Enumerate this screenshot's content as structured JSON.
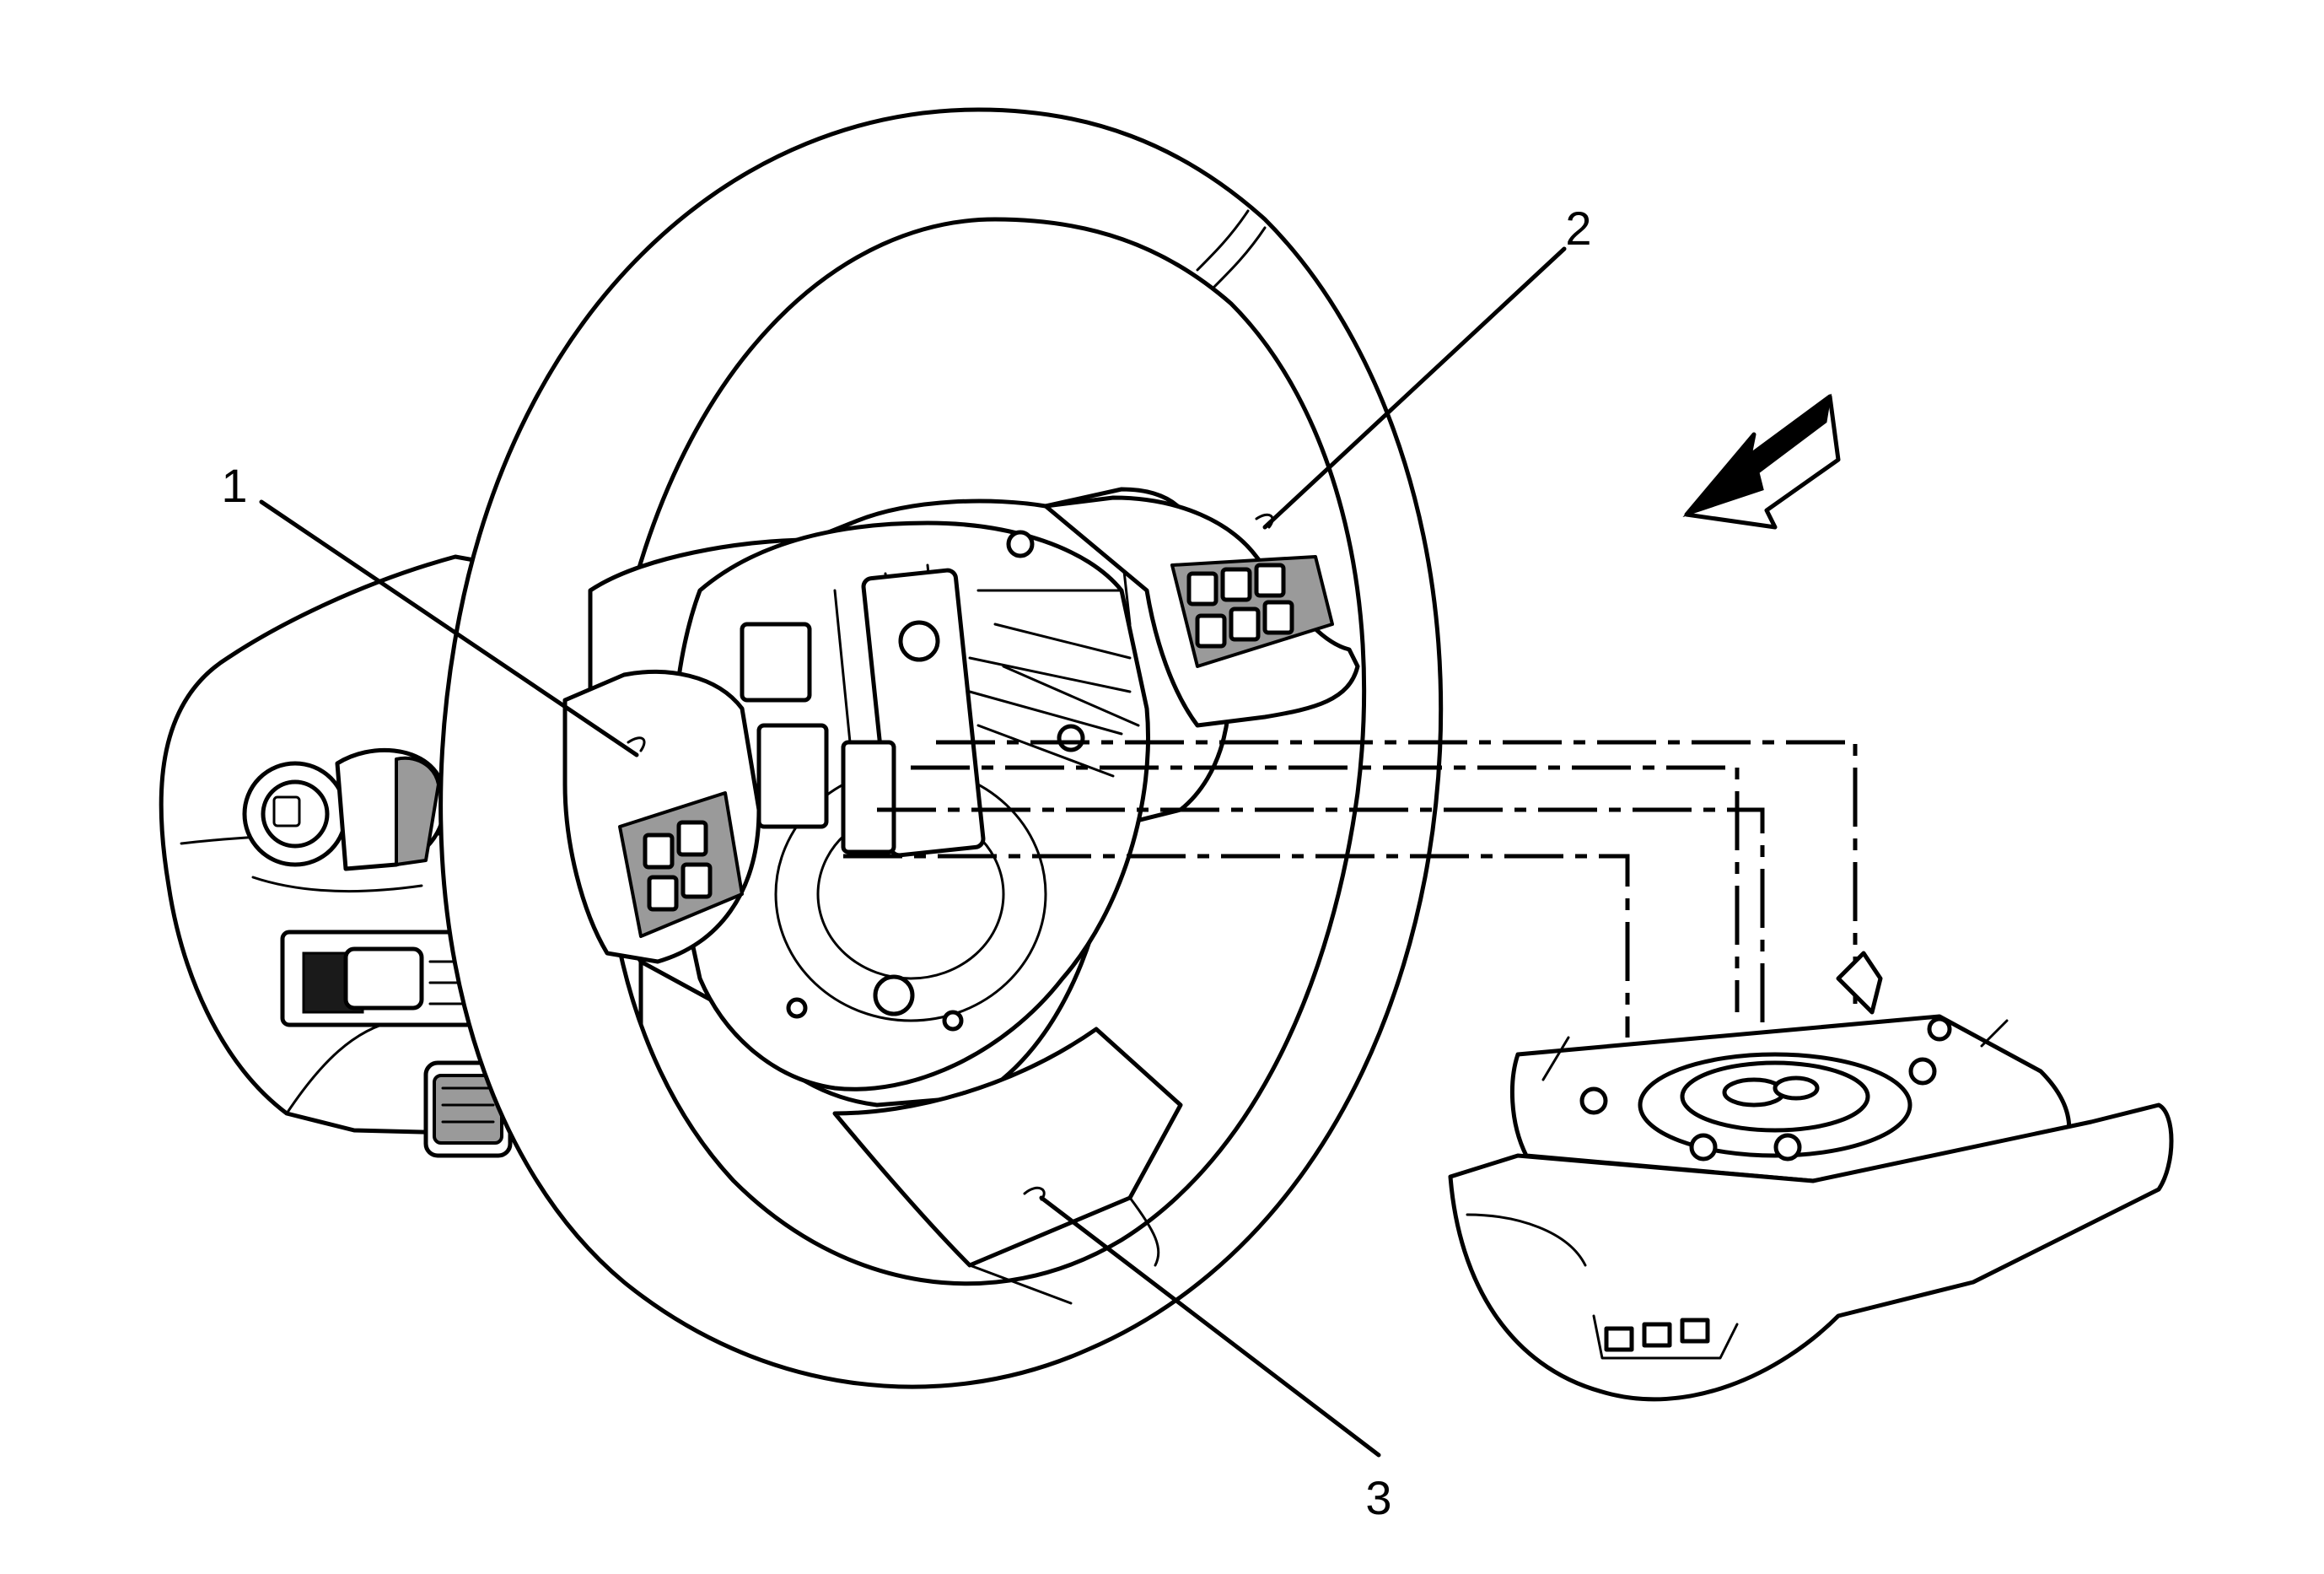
{
  "callouts": [
    {
      "id": "1",
      "label": "1"
    },
    {
      "id": "2",
      "label": "2"
    },
    {
      "id": "3",
      "label": "3"
    }
  ],
  "colors": {
    "line": "#000000",
    "background": "#ffffff",
    "shade": "#9a9a9a"
  },
  "icons": [
    "view-direction-arrow-icon"
  ]
}
